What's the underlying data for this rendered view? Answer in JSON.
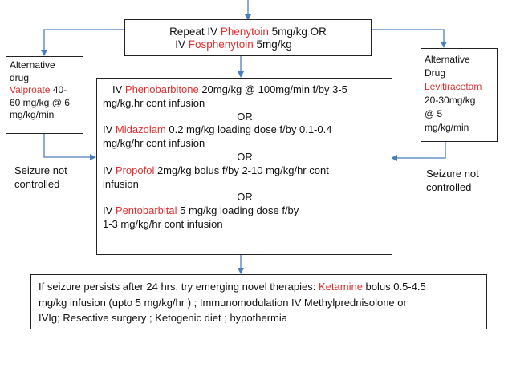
{
  "colors": {
    "drug": "#e03030",
    "arrow": "#4a7ebb",
    "border": "#222222"
  },
  "top_box": {
    "line1_prefix": "Repeat IV ",
    "line1_drug": "Phenytoin",
    "line1_suffix": " 5mg/kg  OR",
    "line2_prefix": "IV ",
    "line2_drug": "Fosphenytoin",
    "line2_suffix": " 5mg/kg"
  },
  "left_alt": {
    "line1": "Alternative",
    "line2": "drug",
    "drug": "Valproate",
    "dose1": " 40-",
    "dose2": "60 mg/kg @ 6",
    "dose3": "mg/kg/min"
  },
  "right_alt": {
    "line1": "Alternative",
    "line2": "Drug",
    "drug": "Levitiracetam",
    "dose1": "20-30mg/kg",
    "dose2": "@ 5",
    "dose3": "mg/kg/min"
  },
  "left_note": {
    "line1": "Seizure not",
    "line2": "controlled"
  },
  "right_note": {
    "line1": "Seizure not",
    "line2": "controlled"
  },
  "center_box": {
    "opt1_prefix": "IV ",
    "opt1_drug": "Phenobarbitone",
    "opt1_rest1": " 20mg/kg  @ 100mg/min f/by 3-5",
    "opt1_rest2": "mg/kg.hr cont infusion",
    "or1": "OR",
    "opt2_prefix": "IV ",
    "opt2_drug": "Midazolam",
    "opt2_rest1": " 0.2 mg/kg loading dose f/by 0.1-0.4",
    "opt2_rest2": "mg/kg/hr cont infusion",
    "or2": "OR",
    "opt3_prefix": "IV ",
    "opt3_drug": "Propofol",
    "opt3_rest1": " 2mg/kg bolus f/by 2-10 mg/kg/hr cont",
    "opt3_rest2": "infusion",
    "or3": "OR",
    "opt4_prefix": "IV ",
    "opt4_drug": "Pentobarbital",
    "opt4_rest1": " 5 mg/kg loading dose f/by",
    "opt4_rest2": "1-3 mg/kg/hr cont infusion"
  },
  "bottom_box": {
    "prefix": "If seizure persists after 24 hrs, try emerging novel therapies: ",
    "drug": "Ketamine",
    "rest1": " bolus 0.5-4.5",
    "line2": "mg/kg infusion (upto 5 mg/kg/hr ) ; Immunomodulation IV Methylprednisolone or",
    "line3": "IVIg; Resective surgery ; Ketogenic diet ; hypothermia"
  }
}
